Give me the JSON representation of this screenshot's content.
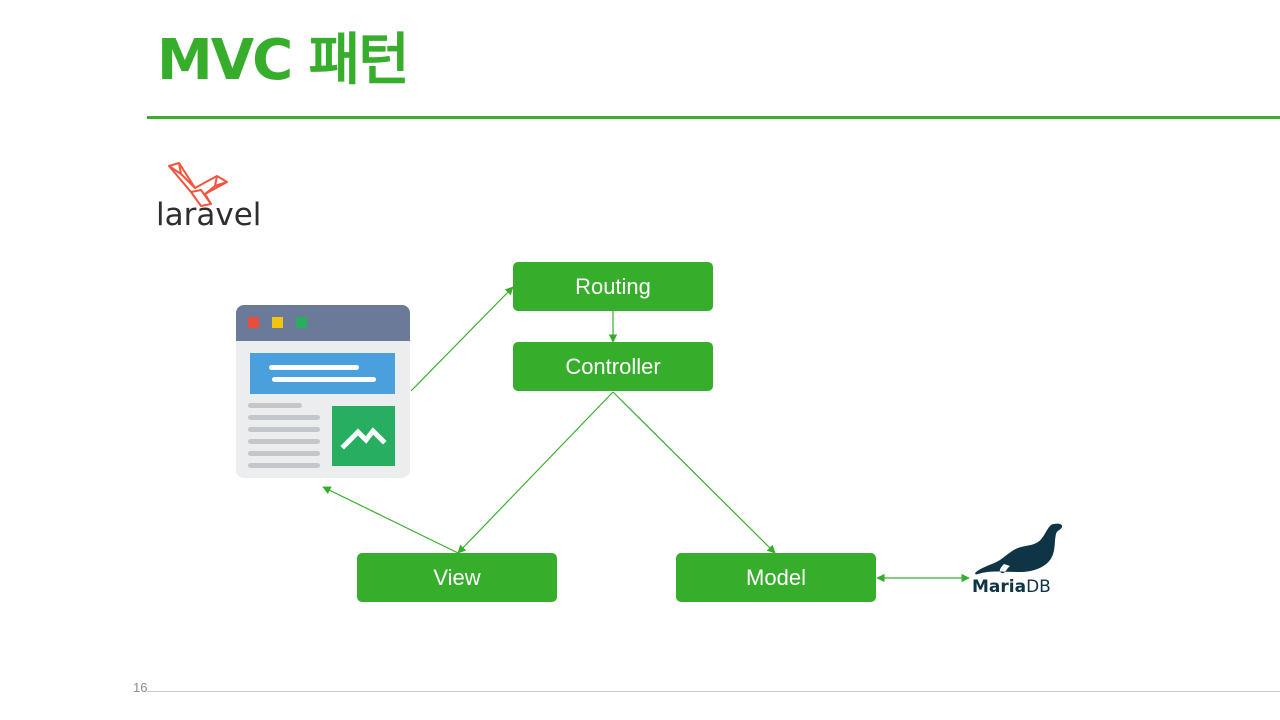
{
  "slide": {
    "title": "MVC 패턴",
    "page_number": "16"
  },
  "logos": {
    "laravel": {
      "text": "laravel",
      "icon": "laravel-icon",
      "color": "#f4533d"
    },
    "mariadb": {
      "text_maria": "Maria",
      "text_db": "DB",
      "icon": "seal-icon",
      "color": "#0e3446"
    }
  },
  "diagram": {
    "accent_color": "#37ad2c",
    "nodes": {
      "routing": "Routing",
      "controller": "Controller",
      "view": "View",
      "model": "Model"
    },
    "browser_icon": "browser-window-icon"
  }
}
